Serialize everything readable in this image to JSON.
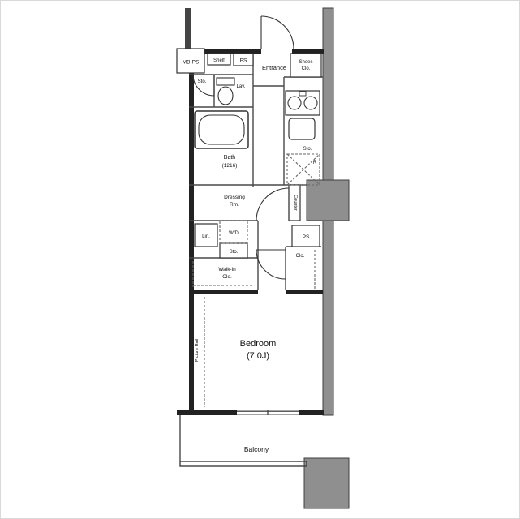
{
  "labels": {
    "mbps": "MB·PS",
    "shelf": "Shelf",
    "ps_top": "PS",
    "entrance": "Entrance",
    "shoes1": "Shoes",
    "shoes2": "Clo.",
    "sto_top": "Sto.",
    "lav": "Lav.",
    "bath1": "Bath",
    "bath2": "(1216)",
    "sto_kitchen": "Sto.",
    "fridge": "R",
    "counter": "Counter",
    "dressing1": "Dressing",
    "dressing2": "Rm.",
    "lin": "Lin.",
    "wd": "W/D",
    "sto_mid": "Sto.",
    "walkin1": "Walk-in",
    "walkin2": "Clo.",
    "ps_mid": "PS",
    "clo": "Clo.",
    "picture_rail": "Picture Rail",
    "bedroom1": "Bedroom",
    "bedroom2": "(7.0J)",
    "balcony": "Balcony"
  },
  "colors": {
    "wall": "#222222",
    "pillar": "#8f8f8f",
    "thin_line": "#484848",
    "dashed_line": "#666666",
    "text": "#111111",
    "background": "#ffffff"
  }
}
